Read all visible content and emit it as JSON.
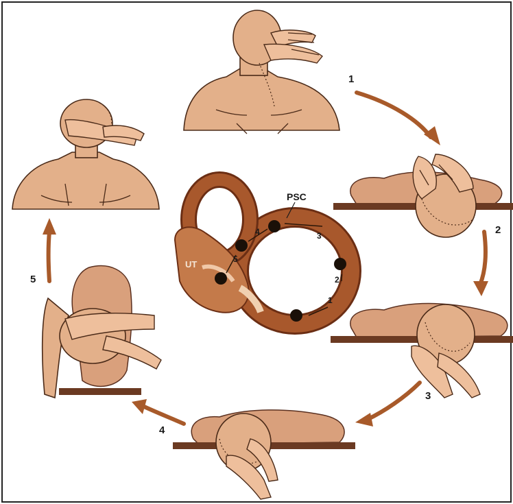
{
  "steps": [
    {
      "label": "1"
    },
    {
      "label": "2"
    },
    {
      "label": "3"
    },
    {
      "label": "4"
    },
    {
      "label": "5"
    }
  ],
  "ear": {
    "psc_label": "PSC",
    "ut_label": "UT",
    "path_numbers": [
      "1",
      "2",
      "3",
      "4",
      "5"
    ]
  },
  "colors": {
    "arrow": "#a85a2a",
    "canal": "#9a4a22",
    "skin": "#e3b08a",
    "table": "#6b3a22"
  }
}
